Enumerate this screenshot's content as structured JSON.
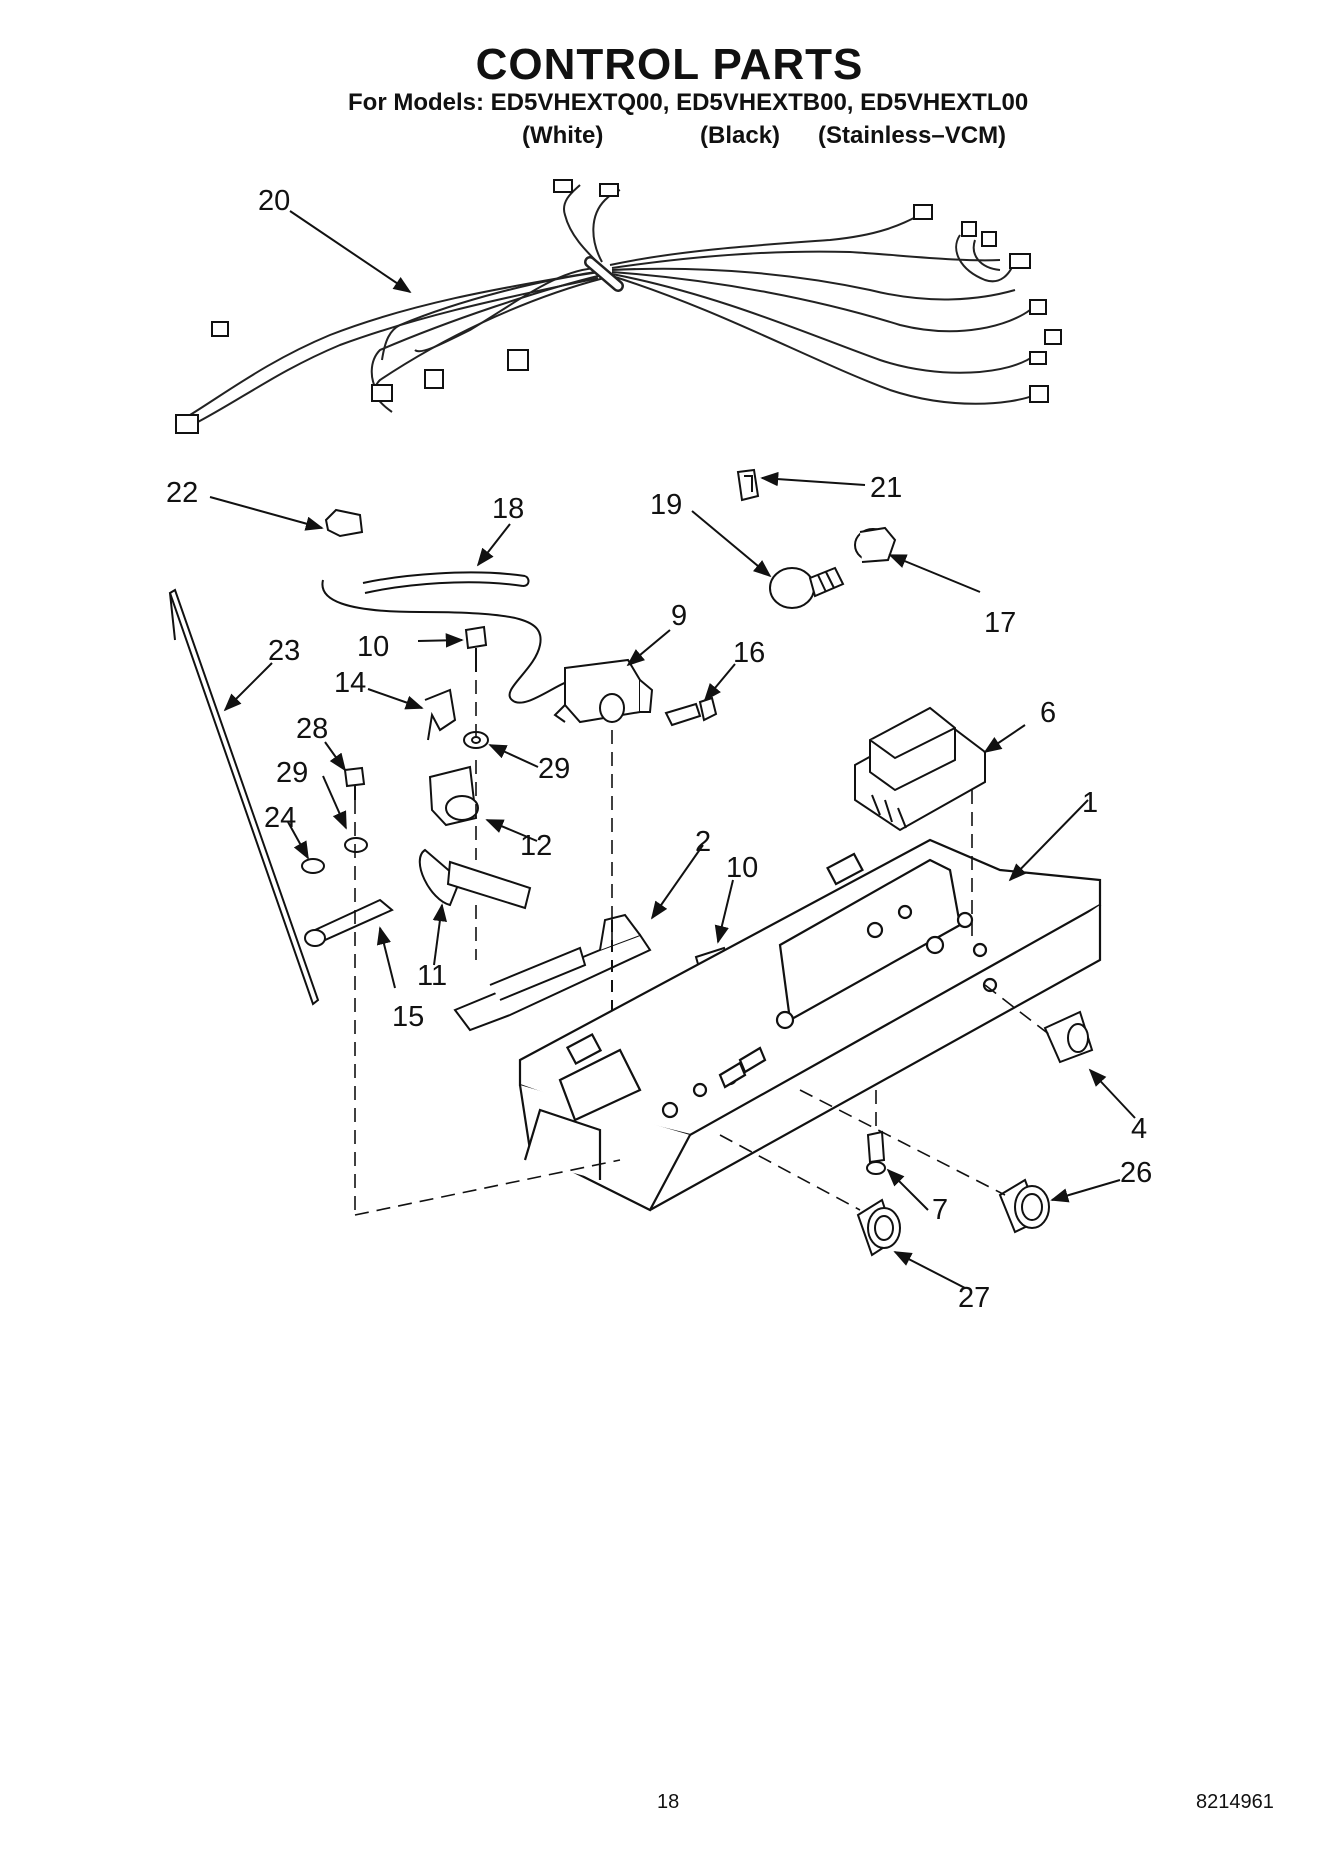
{
  "header": {
    "title": "CONTROL PARTS",
    "models_line": "For Models: ED5VHEXTQ00, ED5VHEXTB00, ED5VHEXTL00",
    "variants": [
      "(White)",
      "(Black)",
      "(Stainless–VCM)"
    ]
  },
  "callouts": [
    {
      "id": "c20",
      "label": "20"
    },
    {
      "id": "c22",
      "label": "22"
    },
    {
      "id": "c18",
      "label": "18"
    },
    {
      "id": "c21",
      "label": "21"
    },
    {
      "id": "c19",
      "label": "19"
    },
    {
      "id": "c17",
      "label": "17"
    },
    {
      "id": "c23",
      "label": "23"
    },
    {
      "id": "c10a",
      "label": "10"
    },
    {
      "id": "c9",
      "label": "9"
    },
    {
      "id": "c16",
      "label": "16"
    },
    {
      "id": "c14",
      "label": "14"
    },
    {
      "id": "c6",
      "label": "6"
    },
    {
      "id": "c28",
      "label": "28"
    },
    {
      "id": "c29a",
      "label": "29"
    },
    {
      "id": "c29b",
      "label": "29"
    },
    {
      "id": "c1",
      "label": "1"
    },
    {
      "id": "c24",
      "label": "24"
    },
    {
      "id": "c12",
      "label": "12"
    },
    {
      "id": "c2",
      "label": "2"
    },
    {
      "id": "c10b",
      "label": "10"
    },
    {
      "id": "c11",
      "label": "11"
    },
    {
      "id": "c15",
      "label": "15"
    },
    {
      "id": "c4",
      "label": "4"
    },
    {
      "id": "c26",
      "label": "26"
    },
    {
      "id": "c7",
      "label": "7"
    },
    {
      "id": "c27",
      "label": "27"
    }
  ],
  "footer": {
    "page_number": "18",
    "document_number": "8214961"
  }
}
